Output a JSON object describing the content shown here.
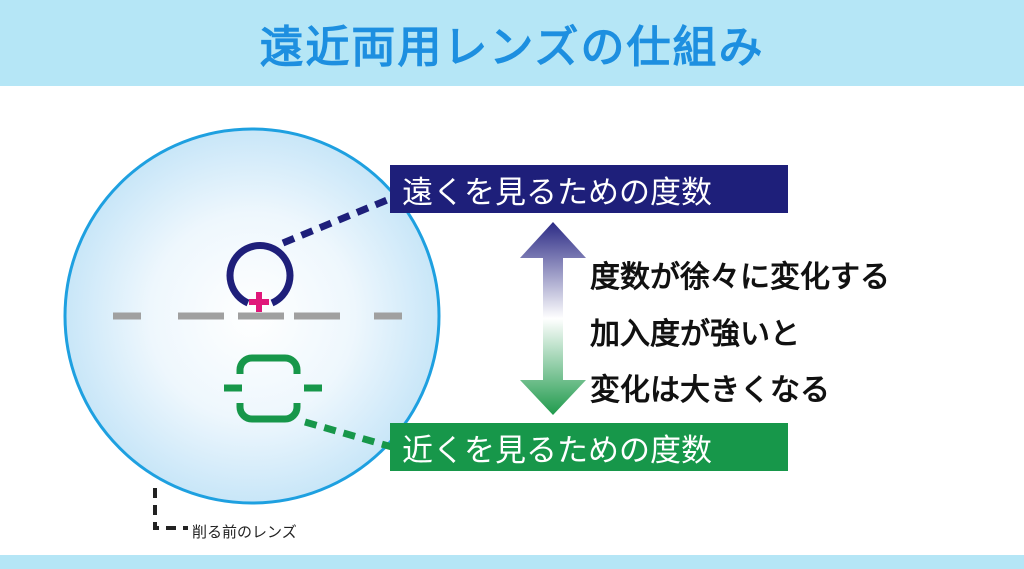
{
  "title": "遠近両用レンズの仕組み",
  "far_label": "遠くを見るための度数",
  "near_label": "近くを見るための度数",
  "description": [
    "度数が徐々に変化する",
    "加入度が強いと",
    "変化は大きくなる"
  ],
  "lens_note": "削る前のレンズ",
  "colors": {
    "far": "#1e1f7a",
    "near": "#17974a",
    "title": "#1d8fe0",
    "band": "#b5e6f6",
    "lens_edge": "#1ea0e0",
    "cross": "#e0187a"
  }
}
